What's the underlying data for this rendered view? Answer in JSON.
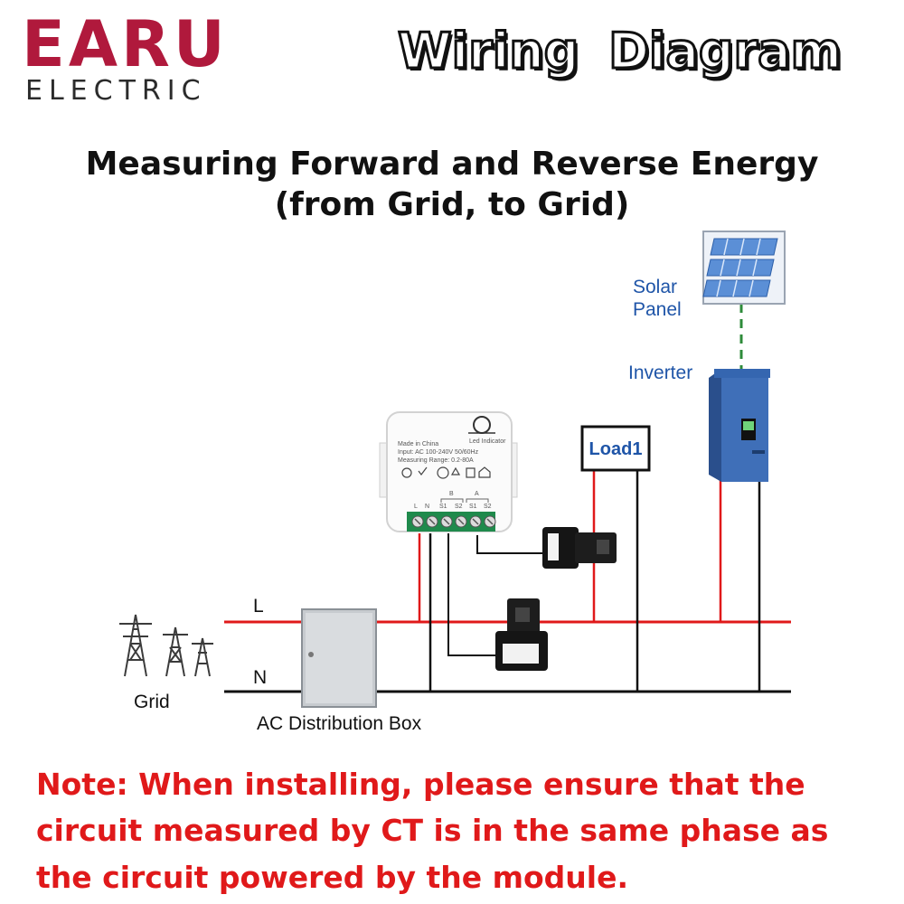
{
  "logo": {
    "main": "EARU",
    "sub": "ELECTRIC",
    "color": "#b0193c"
  },
  "title": "Wiring Diagram",
  "subtitle_line1": "Measuring Forward and Reverse Energy",
  "subtitle_line2": "(from Grid, to Grid)",
  "labels": {
    "solar_panel_line1": "Solar",
    "solar_panel_line2": "Panel",
    "inverter": "Inverter",
    "load": "Load1",
    "line_L": "L",
    "line_N": "N",
    "grid": "Grid",
    "ac_box": "AC Distribution Box"
  },
  "module": {
    "led": "Led Indicator",
    "made_in": "Made in China",
    "input": "Input: AC 100-240V 50/60Hz",
    "range": "Measuring Range: 0.2-80A",
    "terminals": [
      "L",
      "N",
      "S1",
      "S2",
      "S1",
      "S2"
    ],
    "group_b": "B",
    "group_a": "A"
  },
  "note": "Note: When installing, please ensure that the circuit measured by CT is in the same phase as the circuit powered by the module.",
  "colors": {
    "live": "#e0191a",
    "neutral": "#111111",
    "dc": "#2e8b3a",
    "note": "#e0191a",
    "label_blue": "#1f55a8"
  }
}
